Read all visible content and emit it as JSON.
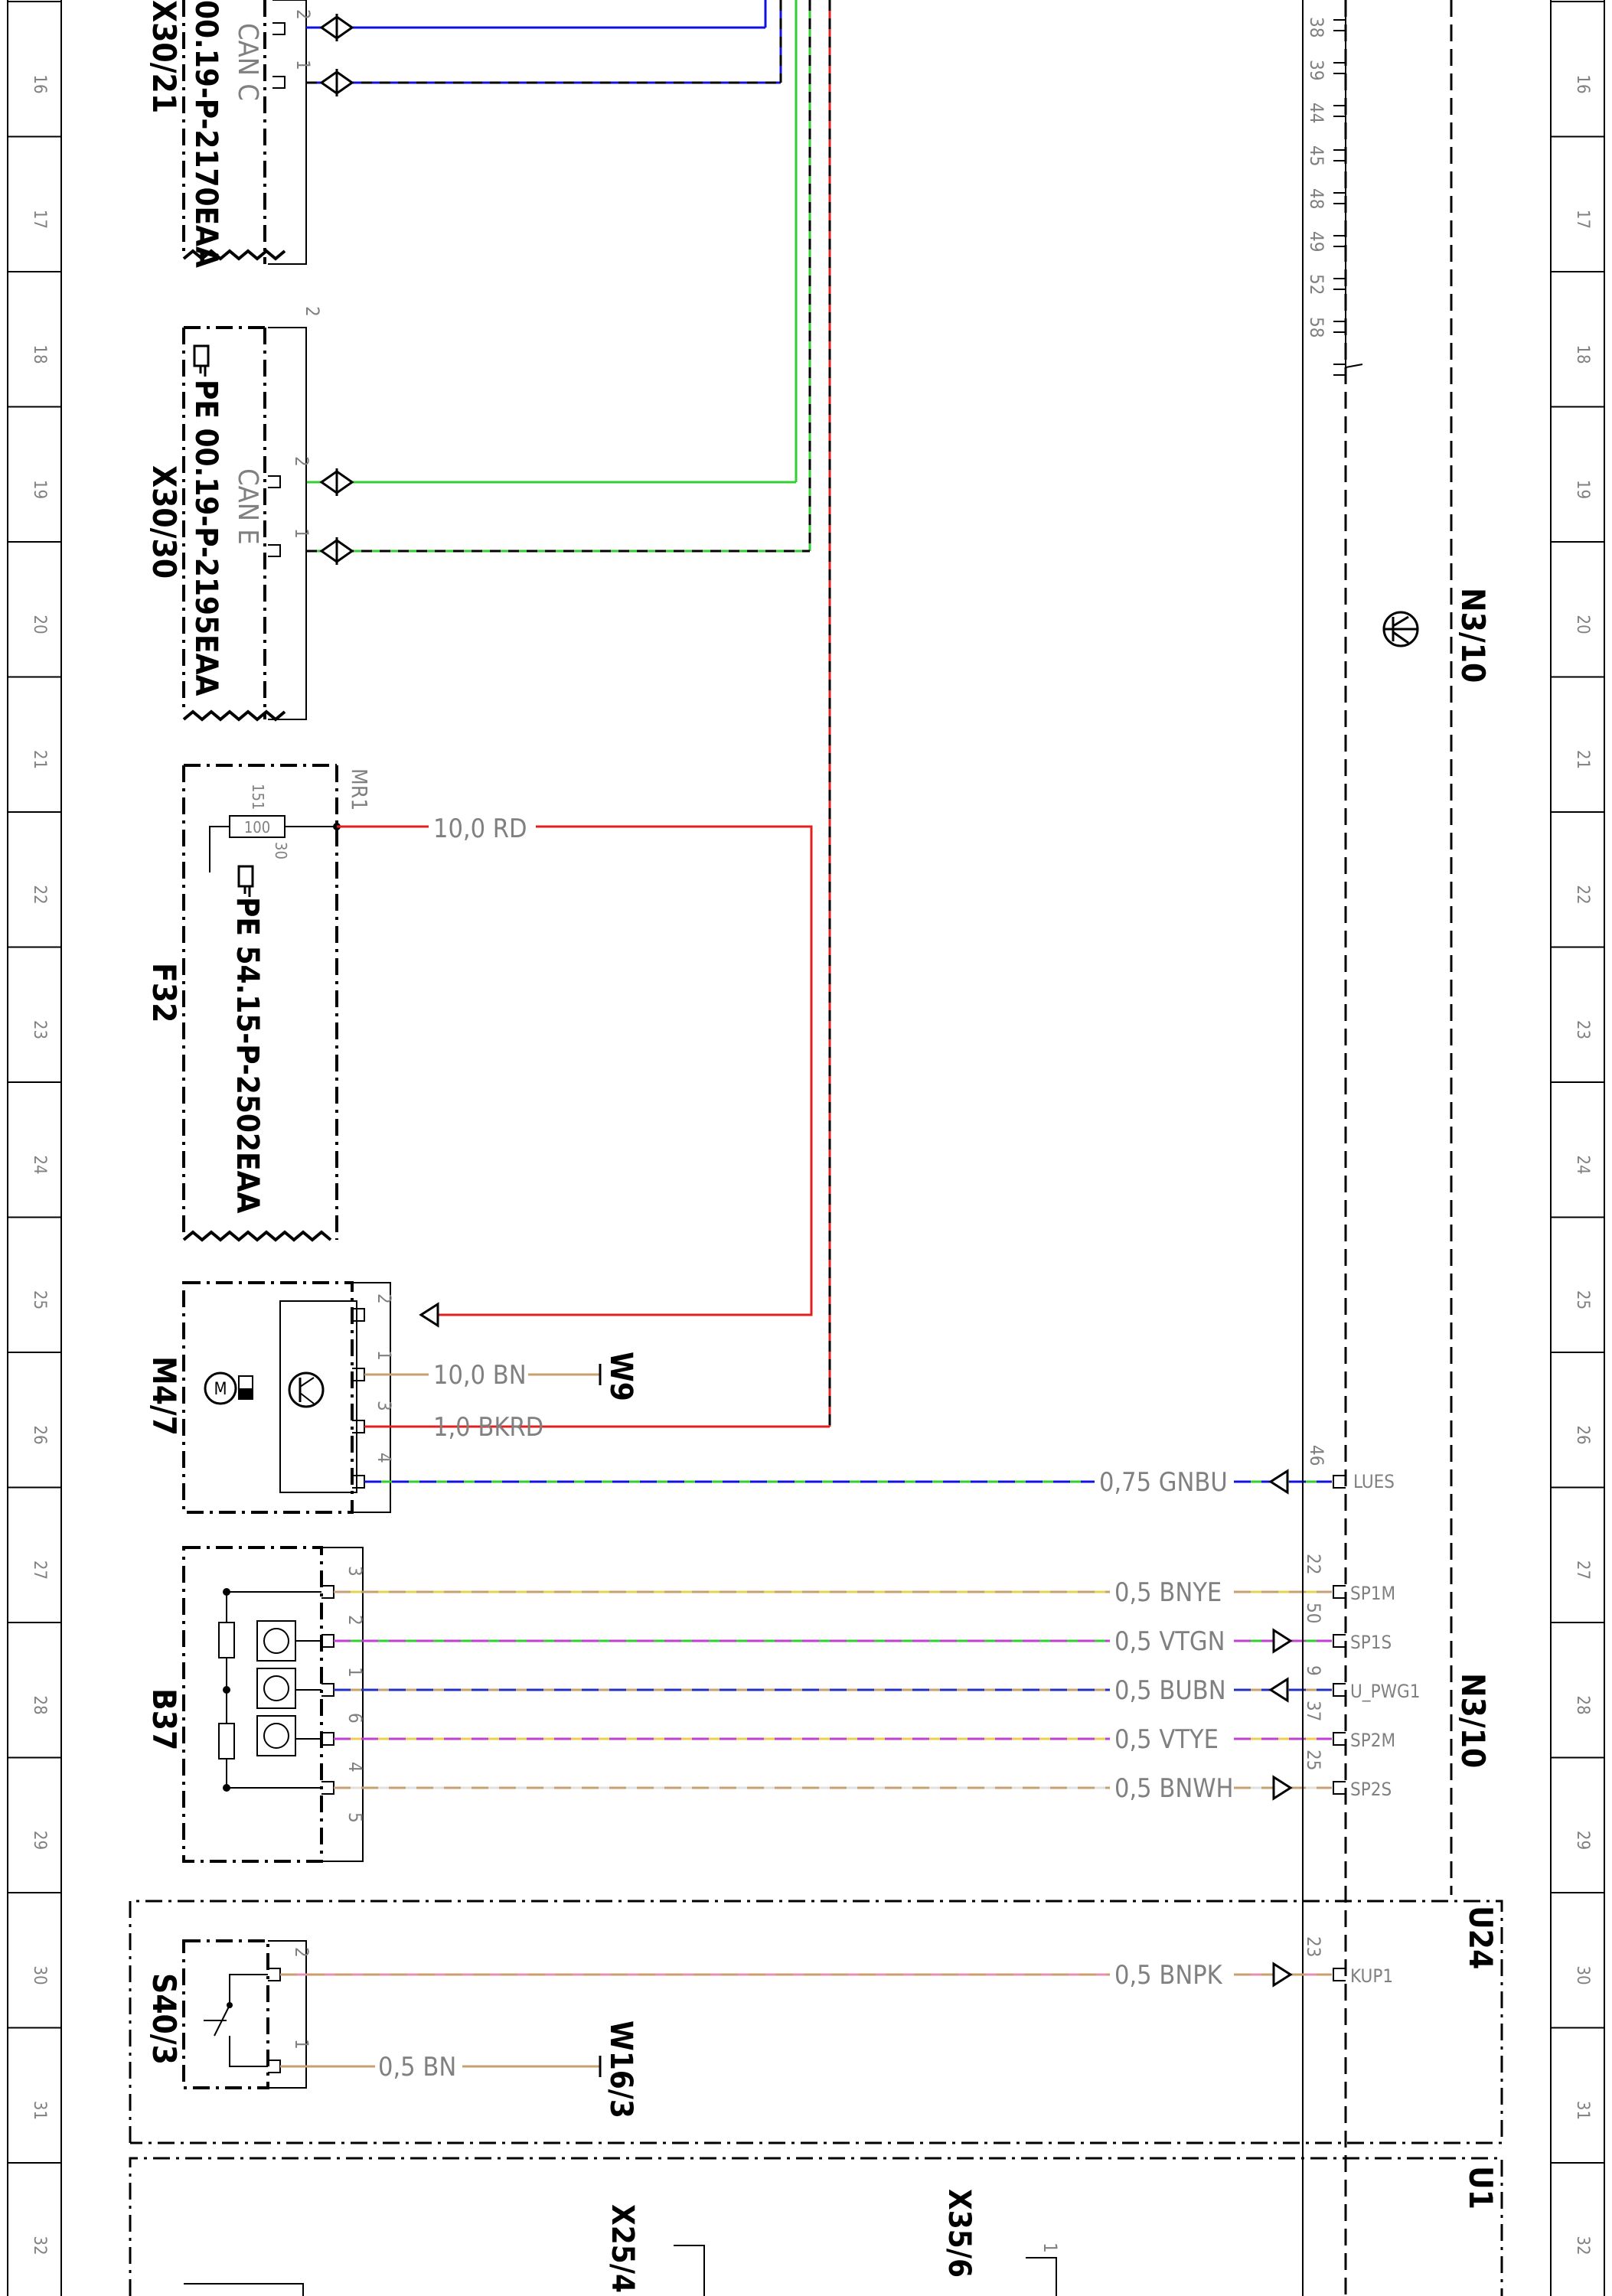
{
  "grid": {
    "rows": [
      "16",
      "17",
      "18",
      "19",
      "20",
      "21",
      "22",
      "23",
      "24",
      "25",
      "26",
      "27",
      "28",
      "29",
      "30",
      "31",
      "32"
    ]
  },
  "components": {
    "x30_21": {
      "id": "X30/21",
      "ref": "00.19-P-2170EAA",
      "bus": "CAN C",
      "pins": [
        "2",
        "1"
      ]
    },
    "x30_30": {
      "id": "X30/30",
      "ref": "PE 00.19-P-2195EAA",
      "bus": "CAN E",
      "pins": [
        "2",
        "2",
        "1"
      ]
    },
    "f32": {
      "id": "F32",
      "ref": "PE 54.15-P-2502EAA",
      "terminal": "MR1",
      "fuse_value": "100",
      "pin_in": "151",
      "pin_out": "30"
    },
    "m4_7": {
      "id": "M4/7",
      "pins": [
        "2",
        "1",
        "3",
        "4"
      ]
    },
    "b37": {
      "id": "B37",
      "pins": [
        "3",
        "2",
        "1",
        "6",
        "4",
        "5"
      ]
    },
    "s40_3": {
      "id": "S40/3",
      "pins": [
        "2",
        "1"
      ]
    },
    "n3_10": {
      "id": "N3/10",
      "id2": "N3/10",
      "upper_pins": [
        "38",
        "39",
        "44",
        "45",
        "48",
        "49",
        "52",
        "58"
      ]
    },
    "u24": {
      "id": "U24"
    },
    "u1": {
      "id": "U1"
    },
    "x25_4": {
      "id": "X25/4"
    },
    "x35_6": {
      "id": "X35/6",
      "pin": "1"
    },
    "w9": {
      "id": "W9"
    },
    "w16_3": {
      "id": "W16/3"
    }
  },
  "wires": [
    {
      "label": "10,0 RD",
      "color": "#e02020"
    },
    {
      "label": "10,0 BN",
      "color": "#c8a070"
    },
    {
      "label": "1,0 BKRD",
      "color": "#e02020"
    },
    {
      "label": "0,75 GNBU",
      "color": "#30d030",
      "pin": "46",
      "signal": "LUES"
    },
    {
      "label": "0,5 BNYE",
      "color": "#e8d050",
      "pin": "22",
      "signal": "SP1M"
    },
    {
      "label": "0,5 VTGN",
      "color": "#c040d0",
      "pin": "50",
      "signal": "SP1S"
    },
    {
      "label": "0,5 BUBN",
      "color": "#2030c0",
      "pin": "9",
      "signal": "U_PWG1"
    },
    {
      "label": "0,5 VTYE",
      "color": "#c040d0",
      "pin": "37",
      "signal": "SP2M"
    },
    {
      "label": "0,5 BNWH",
      "color": "#c8a070",
      "pin": "25",
      "signal": "SP2S"
    },
    {
      "label": "0,5 BNPK",
      "color": "#e890b0",
      "pin": "23",
      "signal": "KUP1"
    },
    {
      "label": "0,5 BN",
      "color": "#c8a070"
    }
  ],
  "colors": {
    "frame": "#000000",
    "grid_text": "#808080",
    "can_blue": "#1010e0",
    "can_green": "#30d030",
    "red": "#e02020",
    "brown": "#c8a070"
  }
}
